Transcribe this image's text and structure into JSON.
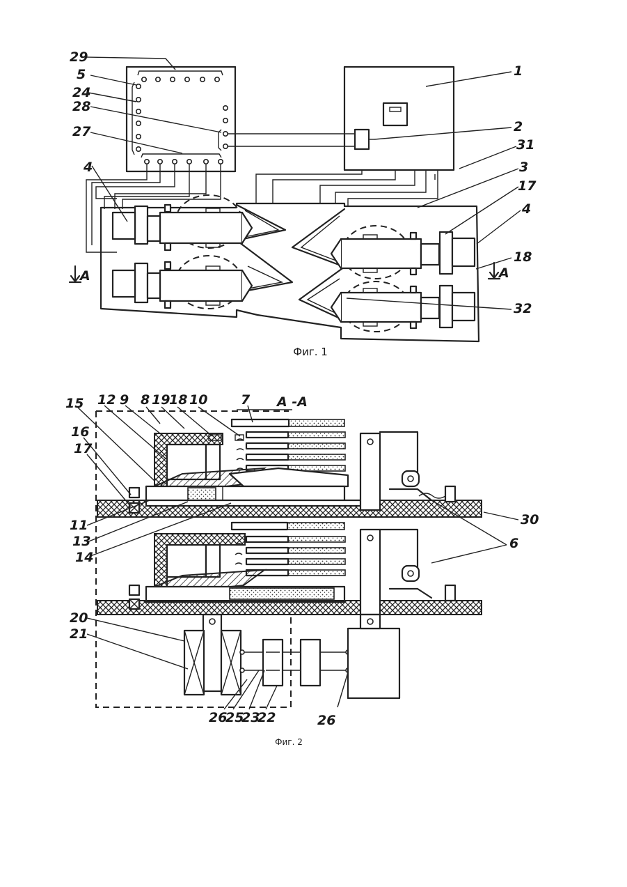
{
  "figure1": {
    "caption": "Фиг. 1",
    "labels": {
      "l29": "29",
      "l5": "5",
      "l24": "24",
      "l28": "28",
      "l27": "27",
      "l4a": "4",
      "l1": "1",
      "l2": "2",
      "l31": "31",
      "l3": "3",
      "l17": "17",
      "l4b": "4",
      "l18": "18",
      "l32": "32",
      "secA_left": "A",
      "secA_right": "A"
    }
  },
  "figure2": {
    "caption": "Фиг. 2",
    "section": "A -A",
    "labels": {
      "l15": "15",
      "l12": "12",
      "l9": "9",
      "l8": "8",
      "l19": "19",
      "l18": "18",
      "l10": "10",
      "l7": "7",
      "l16": "16",
      "l17": "17",
      "l11": "11",
      "l13": "13",
      "l14": "14",
      "l30": "30",
      "l6": "6",
      "l20": "20",
      "l21": "21",
      "l26a": "26",
      "l25": "25",
      "l23": "23",
      "l22": "22",
      "l26b": "26"
    }
  }
}
